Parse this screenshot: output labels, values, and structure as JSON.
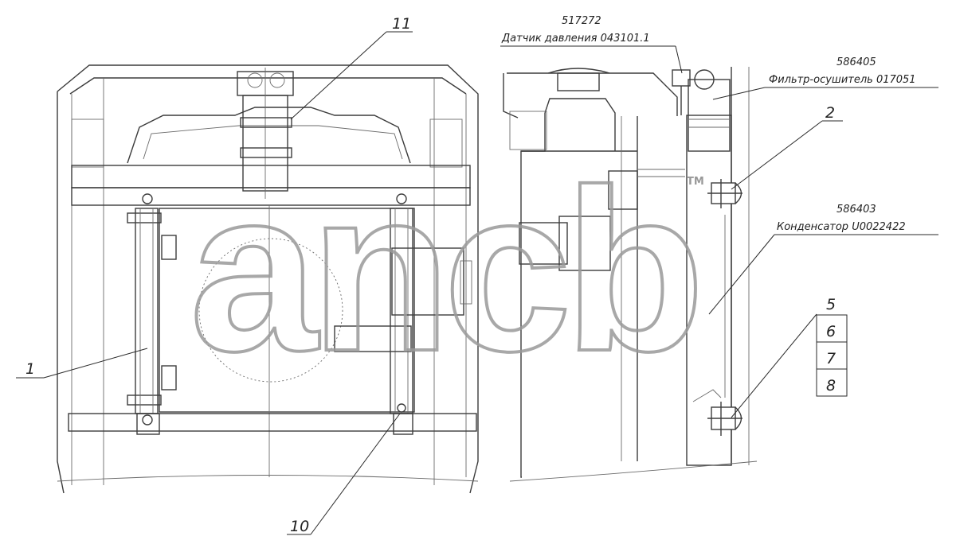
{
  "callouts": {
    "c1": "1",
    "c2": "2",
    "c5": "5",
    "c6": "6",
    "c7": "7",
    "c8": "8",
    "c10": "10",
    "c11": "11"
  },
  "parts": {
    "sensor_code": "517272",
    "sensor_name": "Датчик давления 043101.1",
    "filter_code": "586405",
    "filter_name": "Фильтр-осушитель 017051",
    "condenser_code": "586403",
    "condenser_name": "Конденсатор U0022422"
  },
  "watermark": {
    "text": "ancb",
    "tm": "TM"
  }
}
